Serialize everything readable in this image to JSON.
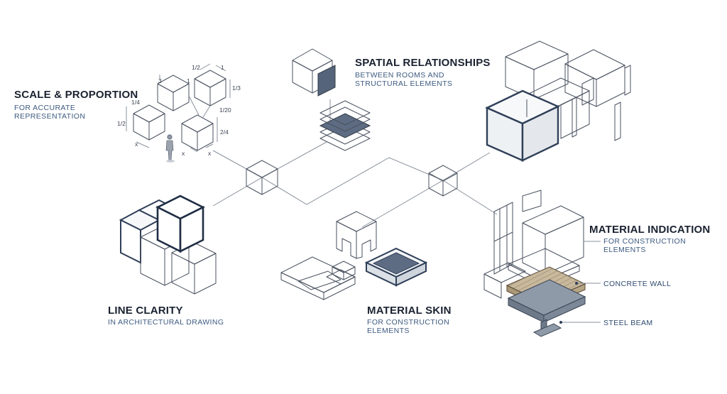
{
  "colors": {
    "ink": "#1a2230",
    "accent": "#3d5a80",
    "dark_face": "#5d6c82",
    "light_face": "#eef1f4",
    "mid_face": "#d9dee4"
  },
  "scale": {
    "title": "SCALE & PROPORTION",
    "sub1": "FOR ACCURATE",
    "sub2": "REPRESENTATION",
    "dims": [
      "1/2",
      "1",
      "3",
      "1",
      "1/3",
      "1/4",
      "1/20",
      "1/2",
      "2/4",
      "x",
      "x",
      "x"
    ]
  },
  "spatial": {
    "title": "SPATIAL RELATIONSHIPS",
    "sub1": "BETWEEN ROOMS AND",
    "sub2": "STRUCTURAL ELEMENTS"
  },
  "line": {
    "title": "LINE CLARITY",
    "sub1": "IN ARCHITECTURAL DRAWING"
  },
  "skin": {
    "title": "MATERIAL SKIN",
    "sub1": "FOR CONSTRUCTION",
    "sub2": "ELEMENTS"
  },
  "material": {
    "title": "MATERIAL INDICATION",
    "sub1": "FOR CONSTRUCTION",
    "sub2": "ELEMENTS",
    "callout_concrete": "CONCRETE WALL",
    "callout_steel": "STEEL BEAM"
  },
  "icons": [
    "human-figure-icon",
    "hub-cube-icon"
  ]
}
